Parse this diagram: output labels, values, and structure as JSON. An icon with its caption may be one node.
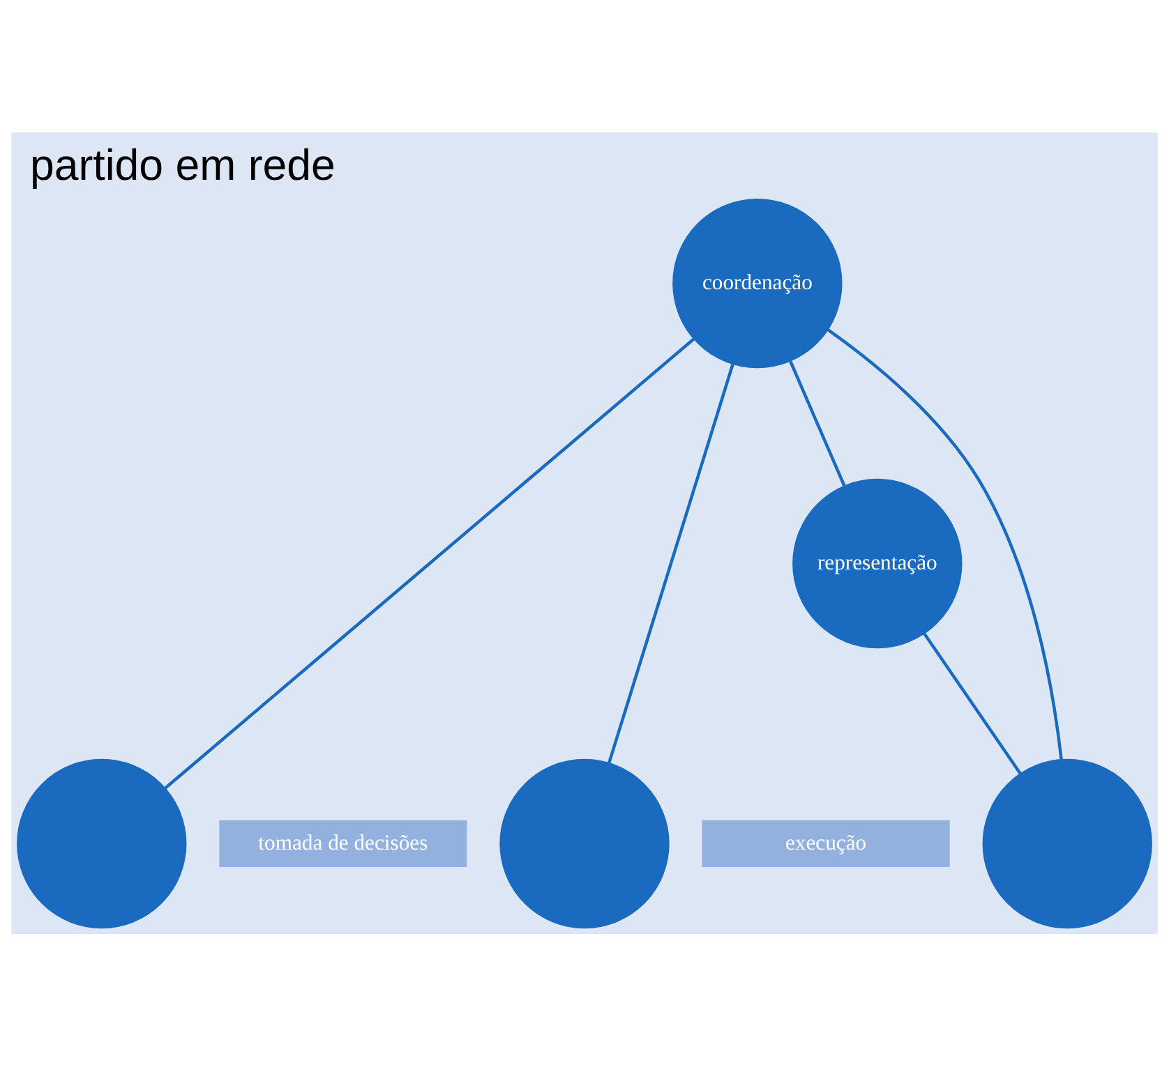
{
  "diagram": {
    "title": "partido em rede",
    "nodes": [
      {
        "text": [
          "coordenação"
        ]
      },
      {
        "text": [
          "representação"
        ]
      },
      {
        "text": [],
        "shape": "circle"
      },
      {
        "text": [],
        "shape": "circle"
      },
      {
        "text": [],
        "shape": "circle"
      },
      {
        "text": [
          "execução"
        ]
      },
      {
        "text": [
          "tomada de decisões"
        ]
      }
    ],
    "edges": [
      {
        "from": 0,
        "to": 2,
        "arrow": "none"
      },
      {
        "from": 0,
        "to": 3,
        "arrow": "none"
      },
      {
        "from": 0,
        "to": 4,
        "arrow": "none"
      },
      {
        "from": 0,
        "to": 1,
        "arrow": "none"
      },
      {
        "from": 1,
        "to": 4,
        "arrow": "none"
      }
    ]
  }
}
